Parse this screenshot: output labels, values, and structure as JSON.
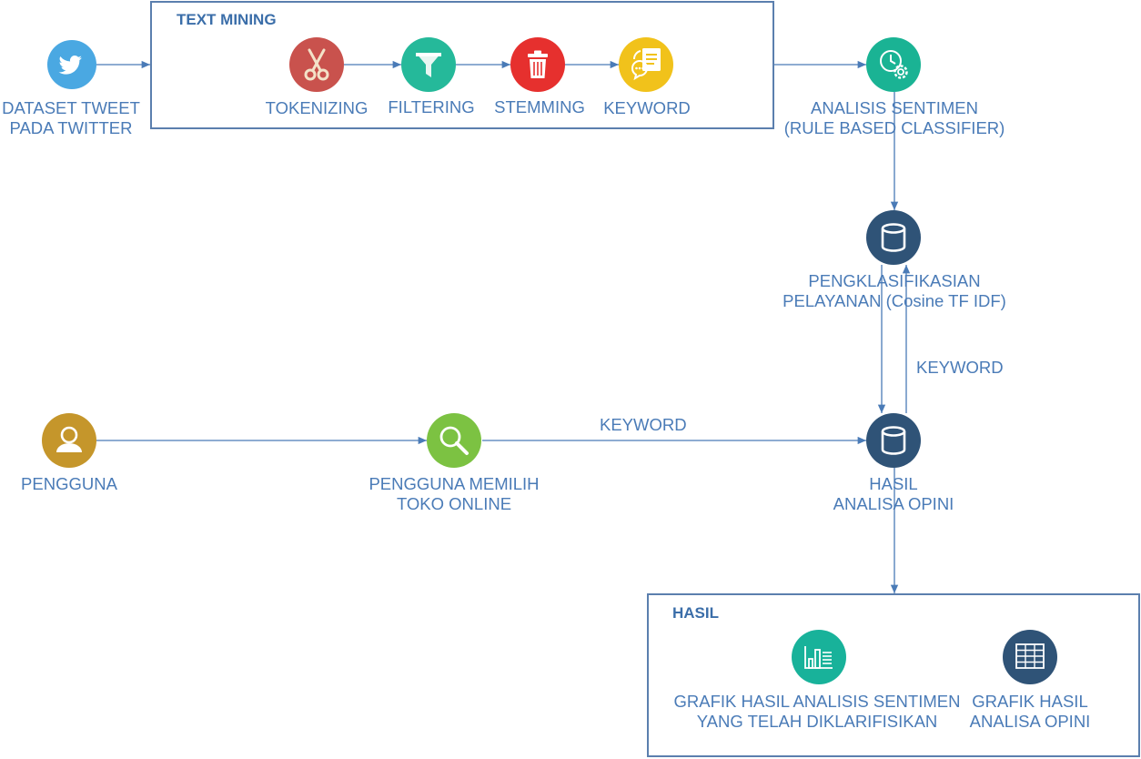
{
  "groups": {
    "text_mining": {
      "title": "TEXT MINING"
    },
    "hasil": {
      "title": "HASIL"
    }
  },
  "nodes": {
    "dataset": {
      "label": "DATASET TWEET\nPADA TWITTER",
      "icon": "twitter-bird-icon",
      "color": "#4aa8e2"
    },
    "tokenizing": {
      "label": "TOKENIZING",
      "icon": "scissors-icon",
      "color": "#c9524d"
    },
    "filtering": {
      "label": "FILTERING",
      "icon": "funnel-icon",
      "color": "#25b99a"
    },
    "stemming": {
      "label": "STEMMING",
      "icon": "trash-can-icon",
      "color": "#e6302e"
    },
    "keyword": {
      "label": "KEYWORD",
      "icon": "document-chat-icon",
      "color": "#f1c21b"
    },
    "analisis": {
      "label": "ANALISIS SENTIMEN\n(RULE BASED CLASSIFIER)",
      "icon": "clock-gear-icon",
      "color": "#1ab394"
    },
    "pengklasifikasian": {
      "label": "PENGKLASIFIKASIAN\nPELAYANAN (Cosine TF IDF)",
      "icon": "database-icon",
      "color": "#2f5377"
    },
    "pengguna": {
      "label": "PENGGUNA",
      "icon": "user-icon",
      "color": "#c5962b"
    },
    "memilih": {
      "label": "PENGGUNA MEMILIH\nTOKO ONLINE",
      "icon": "magnifier-icon",
      "color": "#7cc242"
    },
    "hasil_opini": {
      "label": "HASIL\nANALISA OPINI",
      "icon": "database-icon",
      "color": "#2f5377"
    },
    "grafik_sentimen": {
      "label": "GRAFIK HASIL ANALISIS SENTIMEN\nYANG TELAH DIKLARIFISIKAN",
      "icon": "bar-chart-icon",
      "color": "#18b29a"
    },
    "grafik_opini": {
      "label": "GRAFIK HASIL\nANALISA OPINI",
      "icon": "table-grid-icon",
      "color": "#2f5377"
    }
  },
  "edge_labels": {
    "keyword_up": "KEYWORD",
    "keyword_search": "KEYWORD"
  },
  "colors": {
    "line": "#4a7bb7",
    "text": "#4a7bb7",
    "box": "#5b7fae"
  }
}
